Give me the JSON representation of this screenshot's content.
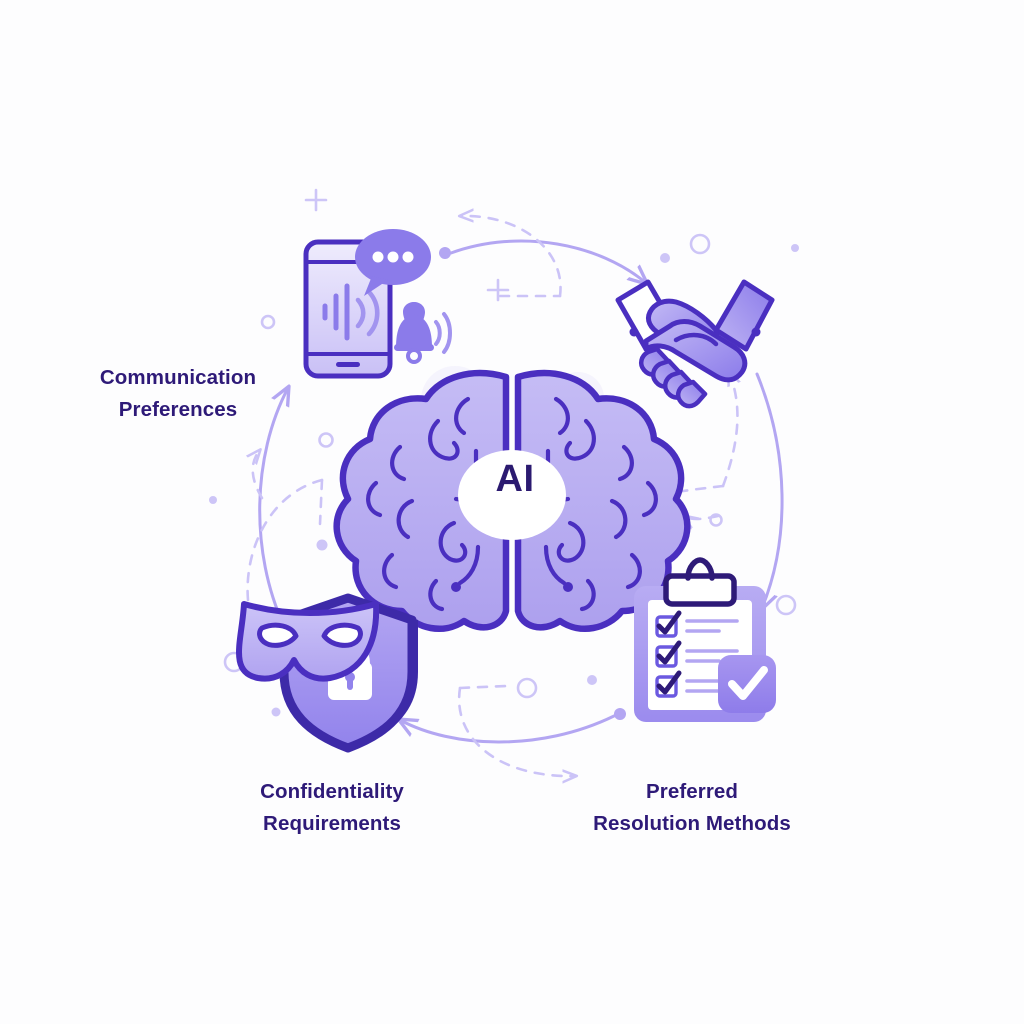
{
  "diagram": {
    "title_center": "AI",
    "background_color": "#fdfdfe",
    "label_color": "#2e1a78",
    "accent_light": "#b5aaf0",
    "accent_mid": "#7c6ce8",
    "accent_dark": "#4a2fc0",
    "accent_pale": "#d8d2f8"
  },
  "center": {
    "icon": "brain-icon",
    "badge_text": "AI"
  },
  "nodes": [
    {
      "id": "communication",
      "label": "Communication\nPreferences",
      "icon": "smartphone-notification-icon",
      "sub_icons": [
        "speech-bubble-icon",
        "sound-wave-icon",
        "bell-icon"
      ]
    },
    {
      "id": "negotiation",
      "label": "",
      "icon": "handshake-icon",
      "sub_icons": []
    },
    {
      "id": "resolution",
      "label": "Preferred\nResolution Methods",
      "icon": "clipboard-checklist-icon",
      "sub_icons": [
        "check-badge-icon"
      ]
    },
    {
      "id": "confidentiality",
      "label": "Confidentiality\nRequirements",
      "icon": "mask-shield-icon",
      "sub_icons": [
        "padlock-icon"
      ]
    }
  ],
  "connectors": {
    "solid_arrows": 4,
    "dashed_arrows": 4,
    "direction": "clockwise"
  },
  "decorations": {
    "plus_marks": 2,
    "open_circles": 7,
    "filled_dots": 6
  }
}
